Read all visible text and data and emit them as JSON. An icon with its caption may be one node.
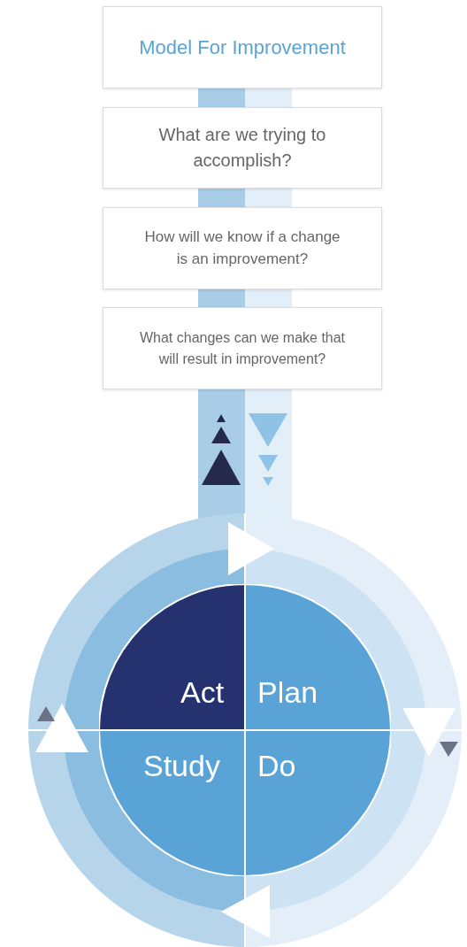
{
  "diagram": {
    "nodes": [
      {
        "text": [
          "Model For Improvement"
        ]
      },
      {
        "text": [
          "What are we trying to accomplish?"
        ]
      },
      {
        "text": [
          "How will we know if a change is an improvement?"
        ]
      },
      {
        "text": [
          "What changes can we make that will result in improvement?"
        ]
      },
      {
        "text": [
          "Act"
        ]
      },
      {
        "text": [
          "Plan"
        ]
      },
      {
        "text": [
          "Study"
        ]
      },
      {
        "text": [
          "Do"
        ]
      }
    ]
  }
}
